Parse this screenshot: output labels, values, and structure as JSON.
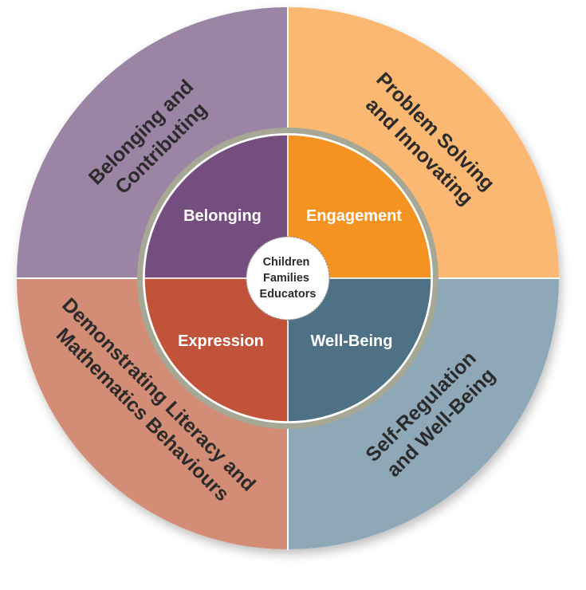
{
  "diagram": {
    "outer_quadrants": [
      {
        "id": "top-left",
        "lines": [
          "Belonging and",
          "Contributing"
        ],
        "color": "#9c84a4"
      },
      {
        "id": "top-right",
        "lines": [
          "Problem Solving",
          "and Innovating"
        ],
        "color": "#fbb872"
      },
      {
        "id": "bottom-right",
        "lines": [
          "Self-Regulation",
          "and Well-Being"
        ],
        "color": "#8ea8b8"
      },
      {
        "id": "bottom-left",
        "lines": [
          "Demonstrating Literacy and",
          "Mathematics Behaviours"
        ],
        "color": "#d38c76"
      }
    ],
    "inner_quadrants": [
      {
        "id": "top-left",
        "label": "Belonging",
        "color": "#744e7e"
      },
      {
        "id": "top-right",
        "label": "Engagement",
        "color": "#f59322"
      },
      {
        "id": "bottom-right",
        "label": "Well-Being",
        "color": "#4e7186"
      },
      {
        "id": "bottom-left",
        "label": "Expression",
        "color": "#c0533a"
      }
    ],
    "center": {
      "lines": [
        "Children",
        "Families",
        "Educators"
      ]
    },
    "ring_color": "#a6a895"
  }
}
